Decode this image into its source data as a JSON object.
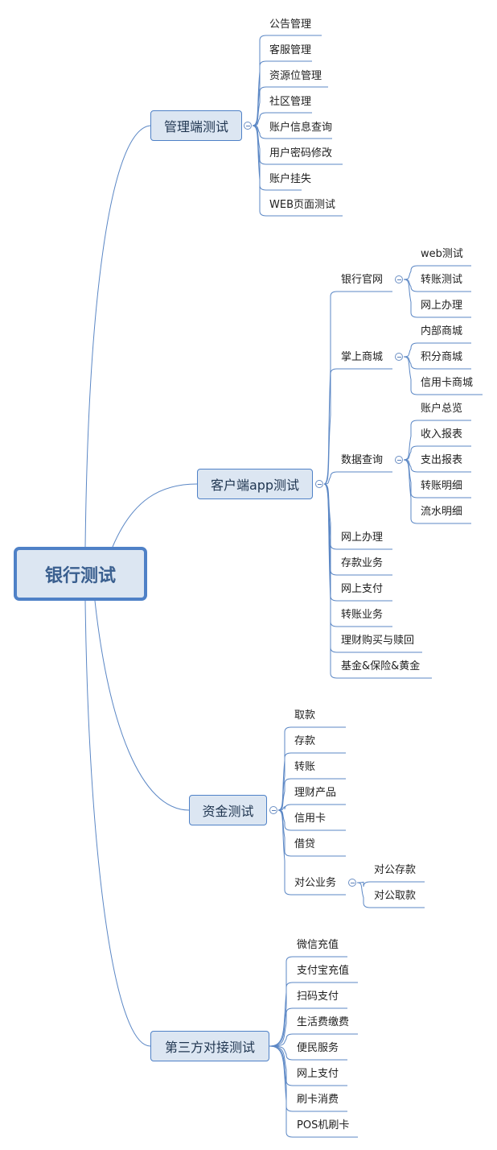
{
  "root": {
    "label": "银行测试"
  },
  "branches": [
    {
      "label": "管理端测试",
      "children": [
        {
          "label": "公告管理"
        },
        {
          "label": "客服管理"
        },
        {
          "label": "资源位管理"
        },
        {
          "label": "社区管理"
        },
        {
          "label": "账户信息查询"
        },
        {
          "label": "用户密码修改"
        },
        {
          "label": "账户挂失"
        },
        {
          "label": "WEB页面测试"
        }
      ]
    },
    {
      "label": "客户端app测试",
      "children": [
        {
          "label": "银行官网",
          "children": [
            {
              "label": "web测试"
            },
            {
              "label": "转账测试"
            },
            {
              "label": "网上办理"
            }
          ]
        },
        {
          "label": "掌上商城",
          "children": [
            {
              "label": "内部商城"
            },
            {
              "label": "积分商城"
            },
            {
              "label": "信用卡商城"
            }
          ]
        },
        {
          "label": "数据查询",
          "children": [
            {
              "label": "账户总览"
            },
            {
              "label": "收入报表"
            },
            {
              "label": "支出报表"
            },
            {
              "label": "转账明细"
            },
            {
              "label": "流水明细"
            }
          ]
        },
        {
          "label": "网上办理"
        },
        {
          "label": "存款业务"
        },
        {
          "label": "网上支付"
        },
        {
          "label": "转账业务"
        },
        {
          "label": "理财购买与赎回"
        },
        {
          "label": "基金&保险&黄金"
        }
      ]
    },
    {
      "label": "资金测试",
      "children": [
        {
          "label": "取款"
        },
        {
          "label": "存款"
        },
        {
          "label": "转账"
        },
        {
          "label": "理财产品"
        },
        {
          "label": "信用卡"
        },
        {
          "label": "借贷"
        },
        {
          "label": "对公业务",
          "children": [
            {
              "label": "对公存款"
            },
            {
              "label": "对公取款"
            }
          ]
        }
      ]
    },
    {
      "label": "第三方对接测试",
      "children": [
        {
          "label": "微信充值"
        },
        {
          "label": "支付宝充值"
        },
        {
          "label": "扫码支付"
        },
        {
          "label": "生活费缴费"
        },
        {
          "label": "便民服务"
        },
        {
          "label": "网上支付"
        },
        {
          "label": "刷卡消费"
        },
        {
          "label": "POS机刷卡"
        }
      ]
    }
  ]
}
